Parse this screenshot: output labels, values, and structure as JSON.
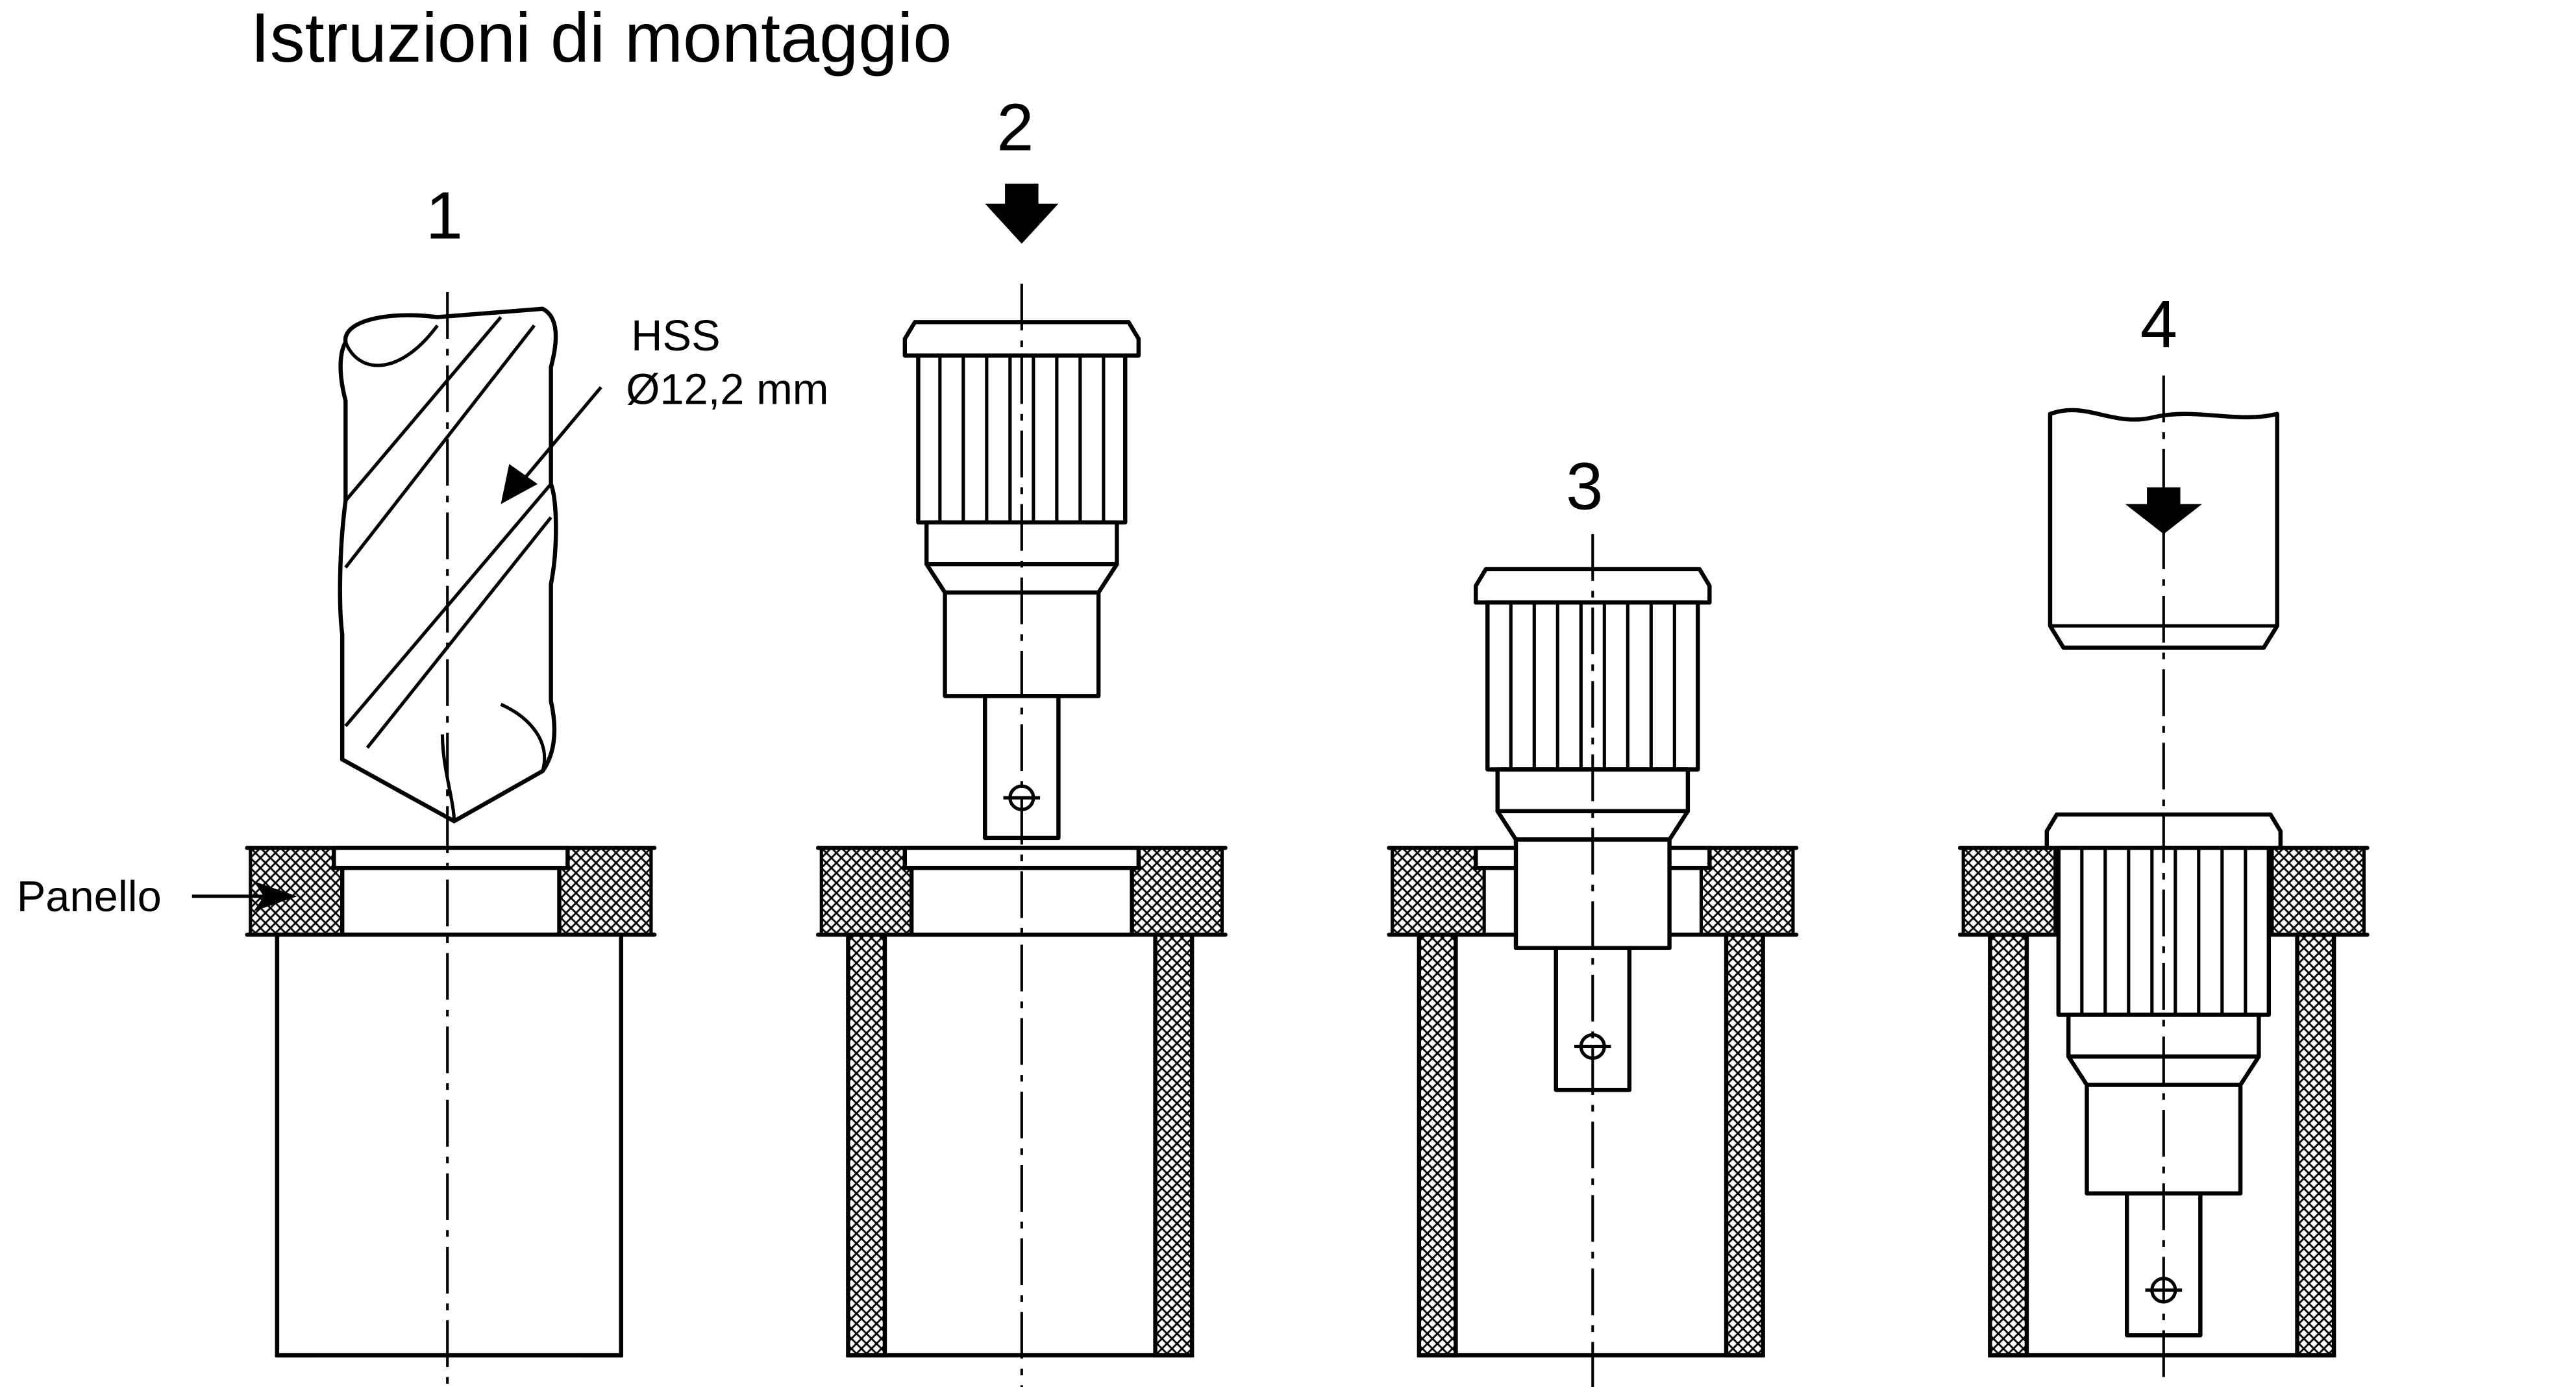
{
  "title": "Istruzioni di montaggio",
  "steps": [
    "1",
    "2",
    "3",
    "4"
  ],
  "labels": {
    "drill_material": "HSS",
    "drill_diameter": "Ø12,2 mm",
    "panel": "Panello"
  }
}
